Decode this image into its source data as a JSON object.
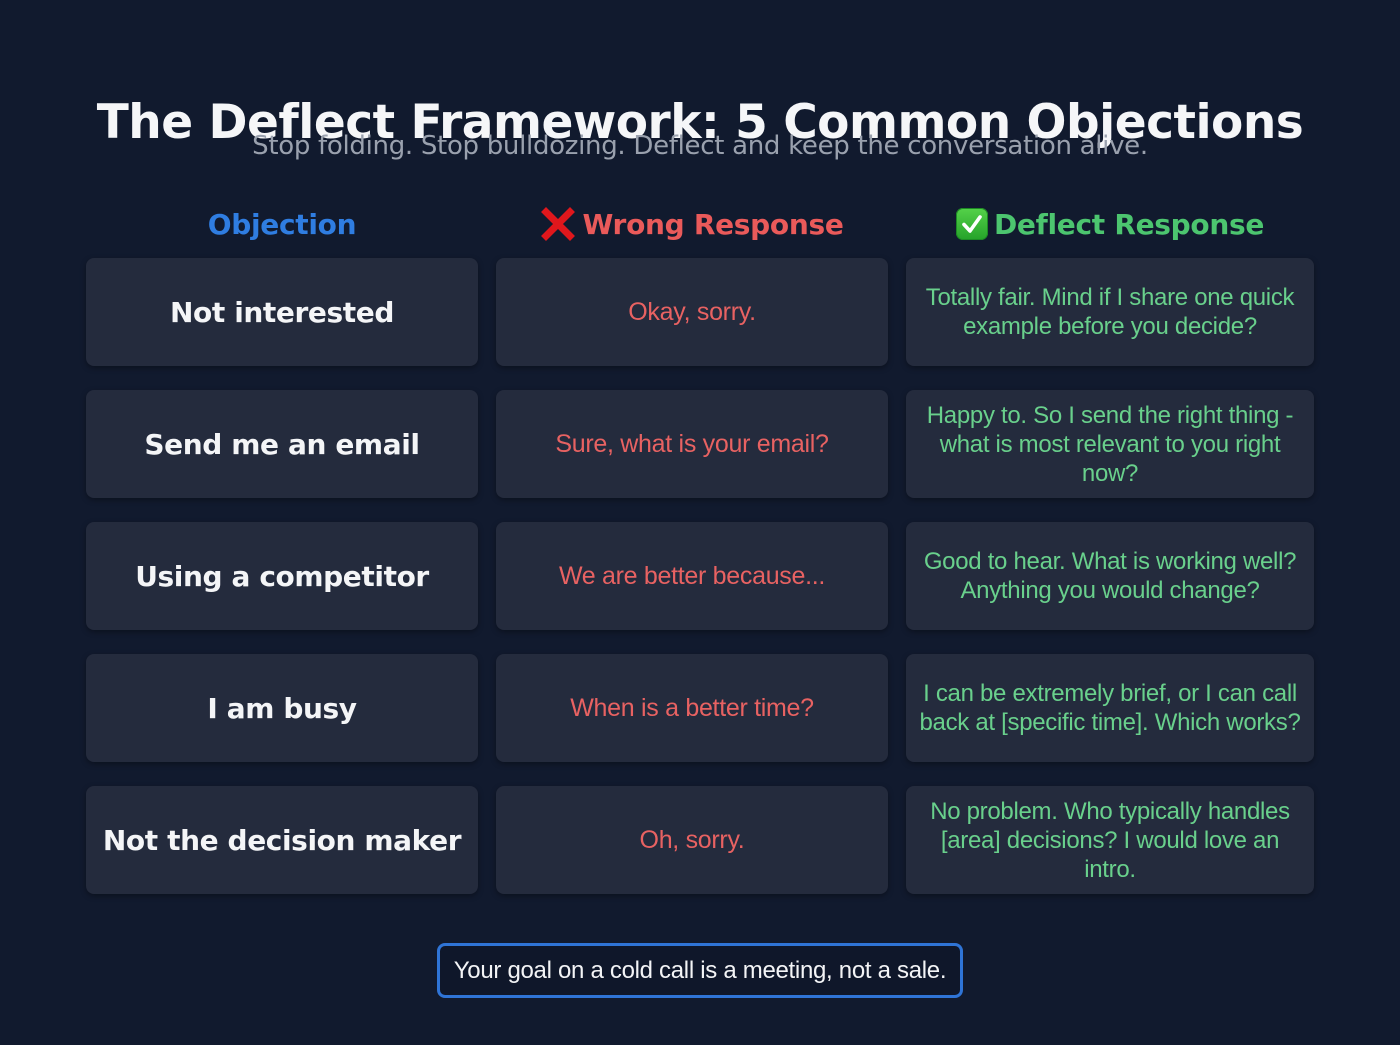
{
  "header": {
    "title": "The Deflect Framework: 5 Common Objections",
    "subtitle": "Stop folding. Stop bulldozing. Deflect and keep the conversation alive."
  },
  "columns": [
    {
      "label": "Objection",
      "icon": null,
      "color": "#2f7de1"
    },
    {
      "label": "Wrong Response",
      "icon": "cross-mark-icon",
      "color": "#ea5a5a"
    },
    {
      "label": "Deflect Response",
      "icon": "check-mark-button-icon",
      "color": "#4cc56f"
    }
  ],
  "rows": [
    {
      "objection": "Not interested",
      "wrong": "Okay, sorry.",
      "deflect": "Totally fair. Mind if I share one quick example before you decide?"
    },
    {
      "objection": "Send me an email",
      "wrong": "Sure, what is your email?",
      "deflect": "Happy to. So I send the right thing - what is most relevant to you right now?"
    },
    {
      "objection": "Using a competitor",
      "wrong": "We are better because...",
      "deflect": "Good to hear. What is working well? Anything you would change?"
    },
    {
      "objection": "I am busy",
      "wrong": "When is a better time?",
      "deflect": "I can be extremely brief, or I can call back at [specific time]. Which works?"
    },
    {
      "objection": "Not the decision maker",
      "wrong": "Oh, sorry.",
      "deflect": "No problem. Who typically handles [area] decisions? I would love an intro."
    }
  ],
  "footer": {
    "callout": "Your goal on a cold call is a meeting, not a sale."
  },
  "colors": {
    "background": "#111a2e",
    "card": "#242b3d",
    "objection_text": "#f4f5f7",
    "wrong_text": "#e86262",
    "deflect_text": "#69d08c",
    "accent_blue": "#2f74d6"
  }
}
